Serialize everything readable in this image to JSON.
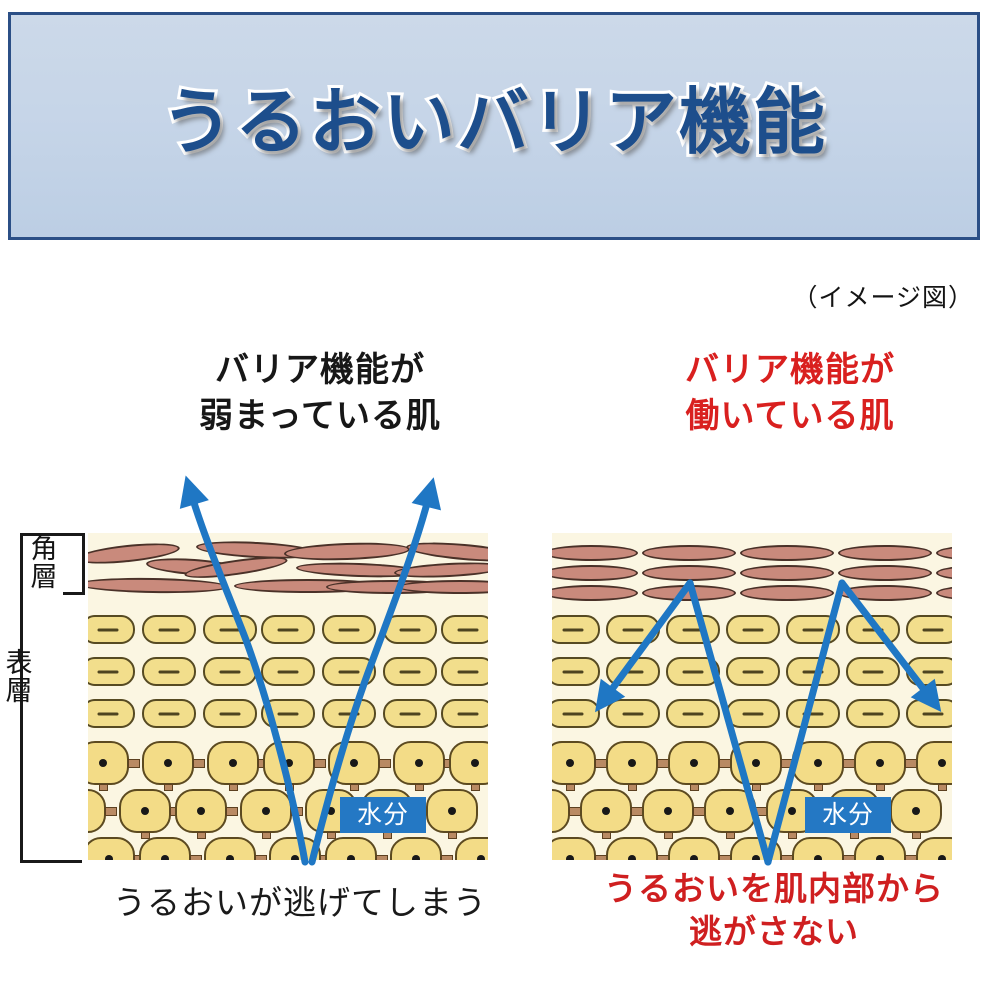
{
  "banner": {
    "title": "うるおいバリア機能",
    "text_color": "#1d4e8c",
    "outline_color": "#ffffff",
    "background_color": "#c6d5e8",
    "border_color": "#2b4f86"
  },
  "note": {
    "text": "（イメージ図）"
  },
  "panels": {
    "left": {
      "heading": "バリア機能が\n弱まっている肌",
      "heading_line1": "バリア機能が",
      "heading_line2": "弱まっている肌",
      "heading_color": "#171717",
      "caption": "うるおいが逃げてしまう",
      "caption_color": "#1a1a1a",
      "water_label": "水分",
      "arrow_direction": "upward-escaping",
      "arrow_color": "#1f77c4"
    },
    "right": {
      "heading": "バリア機能が\n働いている肌",
      "heading_line1": "バリア機能が",
      "heading_line2": "働いている肌",
      "heading_color": "#d9201f",
      "caption_line1": "うるおいを肌内部から",
      "caption_line2": "逃がさない",
      "caption_color": "#cf1f20",
      "water_label": "水分",
      "arrow_direction": "reflected-downward",
      "arrow_color": "#1f77c4"
    }
  },
  "layer_labels": {
    "stratum_corneum": "角層",
    "epidermis": "表層"
  },
  "colors": {
    "corneocyte_fill": "#c98a7c",
    "corneocyte_stroke": "#4a3128",
    "cell_fill": "#f2de8c",
    "cell_stroke": "#564a22",
    "skin_background": "#fbf6e2",
    "bridge": "#b98a63",
    "water_badge": "#2478c4",
    "accent_red": "#d9201f",
    "accent_blue": "#1f77c4"
  }
}
